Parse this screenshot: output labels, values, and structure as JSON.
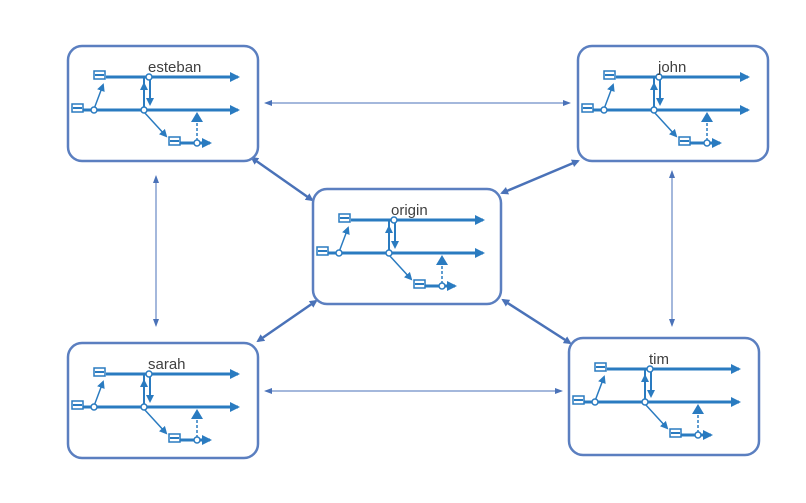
{
  "colors": {
    "box_border": "#5b7fc0",
    "branch": "#2a7bc0",
    "connector": "#4a72b8",
    "label": "#404040",
    "background": "#ffffff"
  },
  "nodes": [
    {
      "id": "esteban",
      "label": "esteban"
    },
    {
      "id": "john",
      "label": "john"
    },
    {
      "id": "origin",
      "label": "origin"
    },
    {
      "id": "sarah",
      "label": "sarah"
    },
    {
      "id": "tim",
      "label": "tim"
    }
  ],
  "connections": [
    {
      "from": "esteban",
      "to": "john",
      "kind": "thin"
    },
    {
      "from": "esteban",
      "to": "sarah",
      "kind": "thin"
    },
    {
      "from": "john",
      "to": "tim",
      "kind": "thin"
    },
    {
      "from": "sarah",
      "to": "tim",
      "kind": "thin"
    },
    {
      "from": "esteban",
      "to": "origin",
      "kind": "thick"
    },
    {
      "from": "john",
      "to": "origin",
      "kind": "thick"
    },
    {
      "from": "sarah",
      "to": "origin",
      "kind": "thick"
    },
    {
      "from": "tim",
      "to": "origin",
      "kind": "thick"
    }
  ]
}
